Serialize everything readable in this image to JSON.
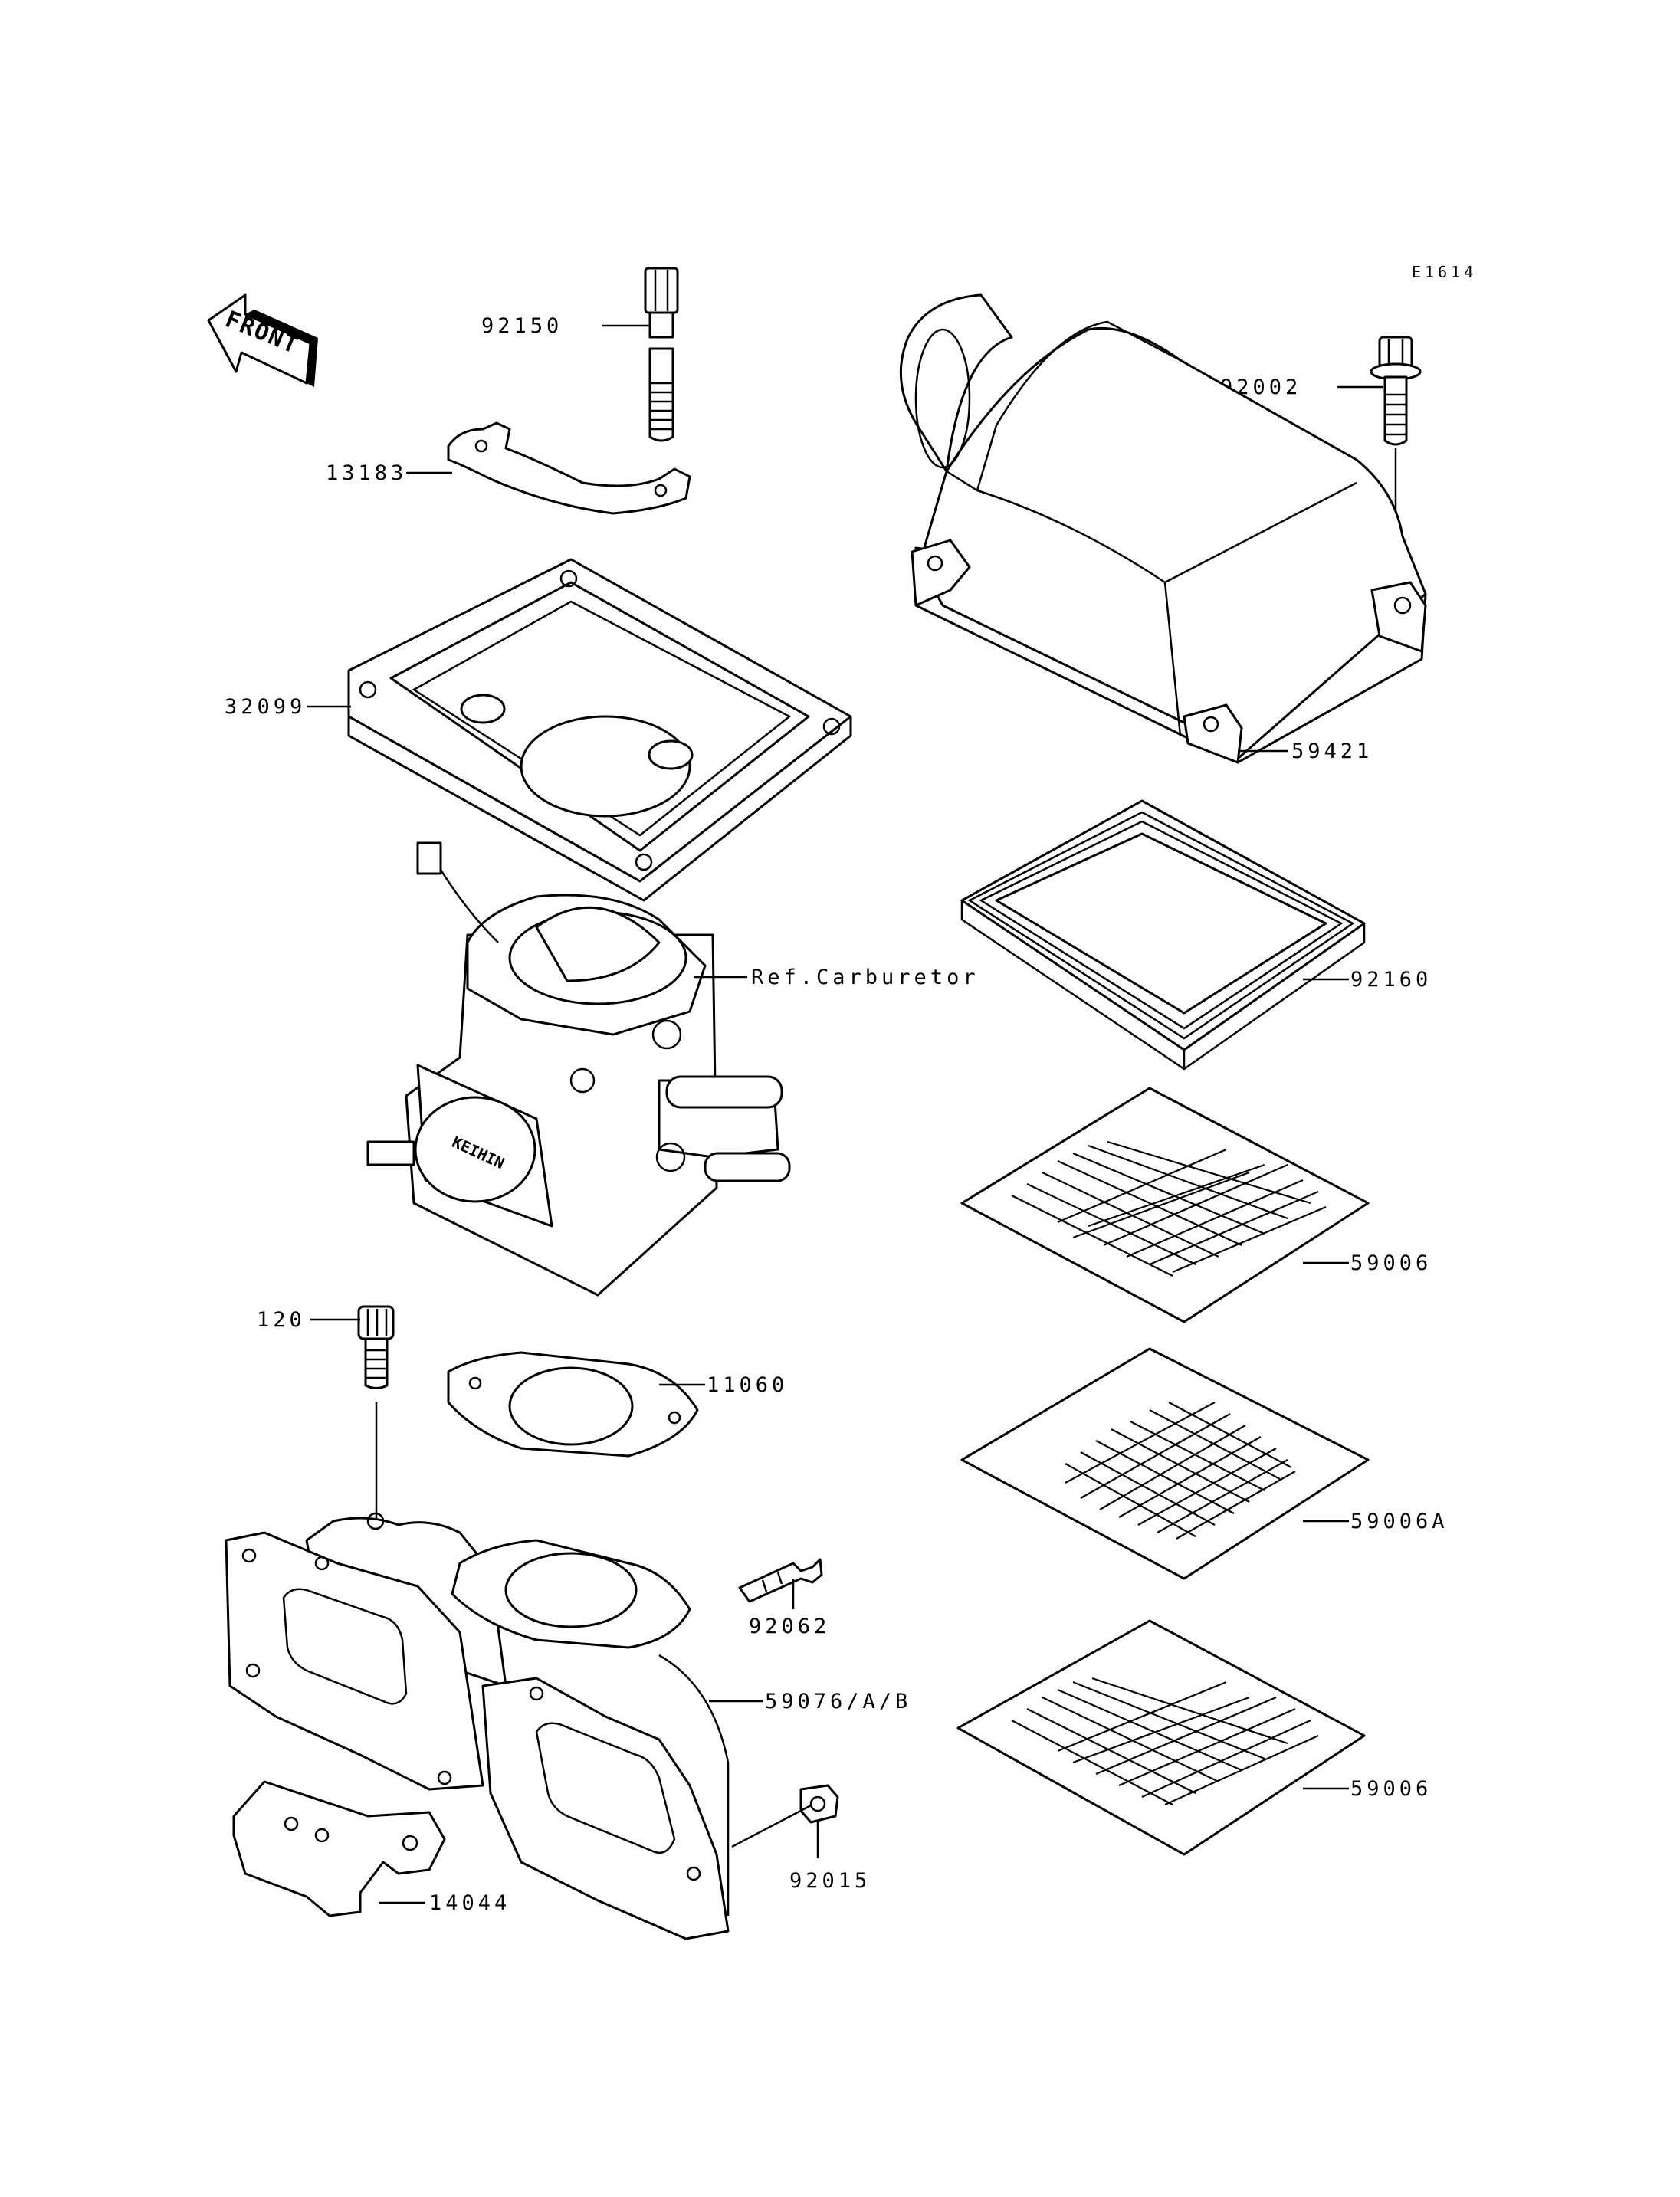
{
  "diagram_code": "E1614",
  "front_label": "FRONT",
  "labels": {
    "p92150": "92150",
    "p13183": "13183",
    "p32099": "32099",
    "ref_carb": "Ref.Carburetor",
    "p120": "120",
    "p11060": "11060",
    "p92062": "92062",
    "p59076": "59076/A/B",
    "p14044": "14044",
    "p92015": "92015",
    "p92002": "92002",
    "p59421": "59421",
    "p92160": "92160",
    "p59006_top": "59006",
    "p59006a": "59006A",
    "p59006_bottom": "59006"
  },
  "carb_brand": "KEIHIN"
}
